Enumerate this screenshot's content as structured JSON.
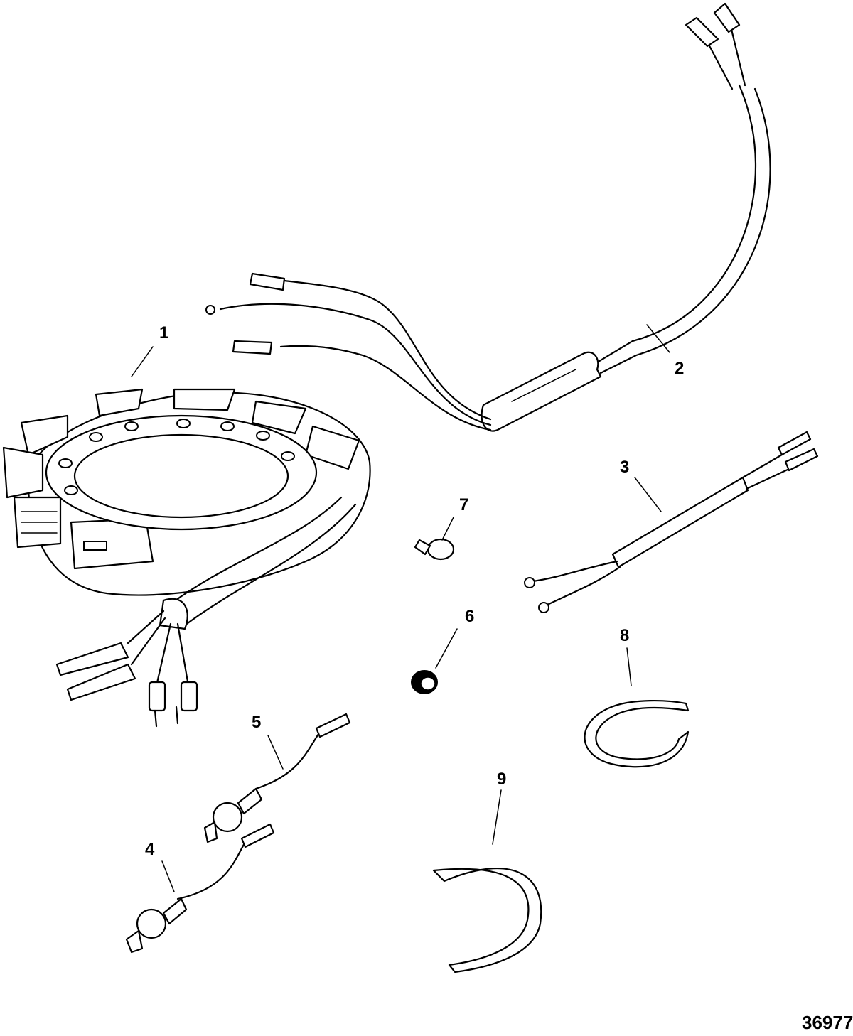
{
  "drawing_number": "36977",
  "callouts": [
    {
      "id": "1",
      "label": "1"
    },
    {
      "id": "2",
      "label": "2"
    },
    {
      "id": "3",
      "label": "3"
    },
    {
      "id": "4",
      "label": "4"
    },
    {
      "id": "5",
      "label": "5"
    },
    {
      "id": "6",
      "label": "6"
    },
    {
      "id": "7",
      "label": "7"
    },
    {
      "id": "8",
      "label": "8"
    },
    {
      "id": "9",
      "label": "9"
    }
  ]
}
